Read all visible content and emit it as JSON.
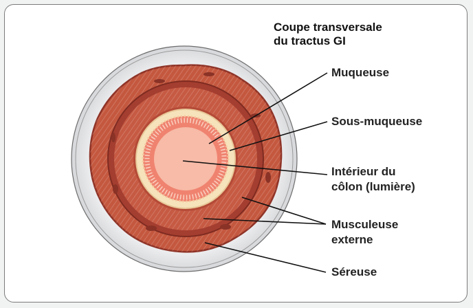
{
  "title": {
    "line1": "Coupe transversale",
    "line2": "du tractus GI"
  },
  "labels": {
    "muqueuse": "Muqueuse",
    "sous_muqueuse": "Sous-muqueuse",
    "interieur_line1": "Intérieur du",
    "interieur_line2": "côlon (lumière)",
    "musculeuse_line1": "Musculeuse",
    "musculeuse_line2": "externe",
    "sereuse": "Séreuse"
  },
  "colors": {
    "outer_ring": "#dcdde0",
    "muscle_outer": "#c7604a",
    "muscle_dark": "#9b3a2e",
    "muscle_inner": "#c1553f",
    "submucosa": "#f6e3bc",
    "mucosa": "#f08a78",
    "lumen": "#f7bba7",
    "leader": "#111111"
  }
}
